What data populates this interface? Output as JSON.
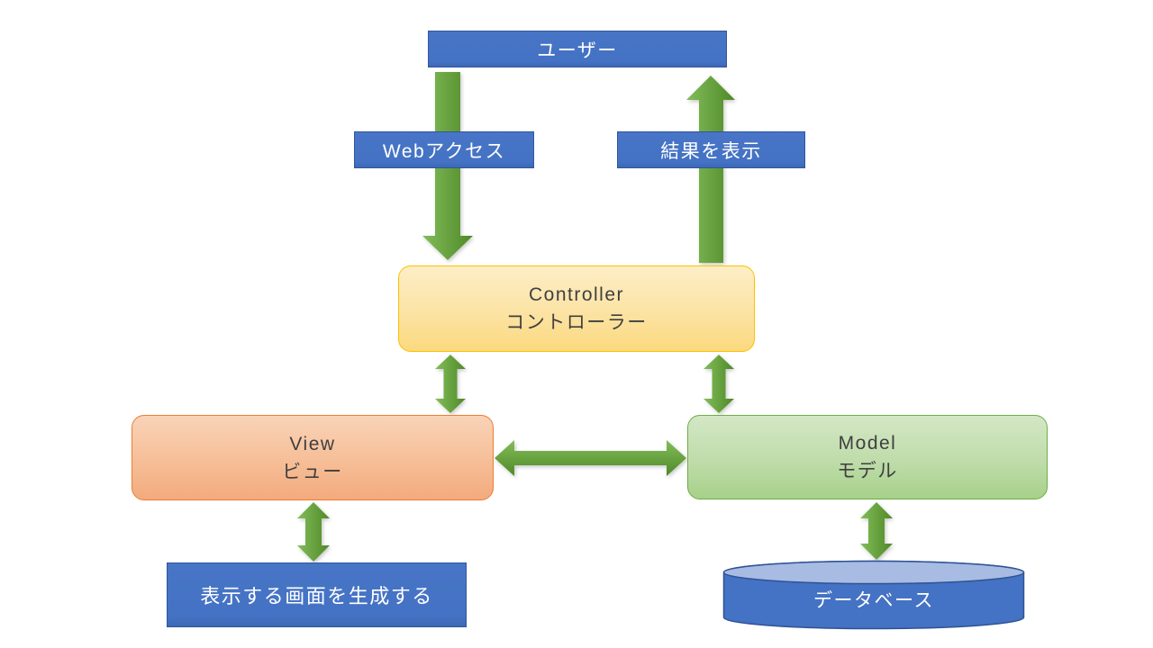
{
  "diagram": {
    "nodes": {
      "user": {
        "label": "ユーザー"
      },
      "web_access": {
        "label": "Webアクセス"
      },
      "show_result": {
        "label": "結果を表示"
      },
      "controller": {
        "title": "Controller",
        "subtitle": "コントローラー"
      },
      "view": {
        "title": "View",
        "subtitle": "ビュー"
      },
      "model": {
        "title": "Model",
        "subtitle": "モデル"
      },
      "generate_screen": {
        "label": "表示する画面を生成する"
      },
      "database": {
        "label": "データベース"
      }
    },
    "edges": [
      {
        "from": "user",
        "to": "controller",
        "direction": "down",
        "label_node": "web_access"
      },
      {
        "from": "controller",
        "to": "user",
        "direction": "up",
        "label_node": "show_result"
      },
      {
        "from": "controller",
        "to": "view",
        "direction": "both"
      },
      {
        "from": "controller",
        "to": "model",
        "direction": "both"
      },
      {
        "from": "view",
        "to": "model",
        "direction": "both"
      },
      {
        "from": "view",
        "to": "generate_screen",
        "direction": "both"
      },
      {
        "from": "model",
        "to": "database",
        "direction": "both"
      }
    ],
    "colors": {
      "node_blue": "#4472C4",
      "node_blue_border": "#31569F",
      "controller_fill_top": "#FDEEC6",
      "controller_fill_bottom": "#FBD97E",
      "controller_border": "#FFC000",
      "view_fill_top": "#F9D3B8",
      "view_fill_bottom": "#F3AA7E",
      "view_border": "#ED7D31",
      "model_fill_top": "#D3E7C5",
      "model_fill_bottom": "#A7D189",
      "model_border": "#70AD47",
      "arrow_green_light": "#82BD5A",
      "arrow_green_dark": "#4F8927",
      "cylinder_top_fill": "#A8BBE2",
      "text_dark": "#3F3F3F",
      "text_light": "#FFFFFF"
    }
  }
}
